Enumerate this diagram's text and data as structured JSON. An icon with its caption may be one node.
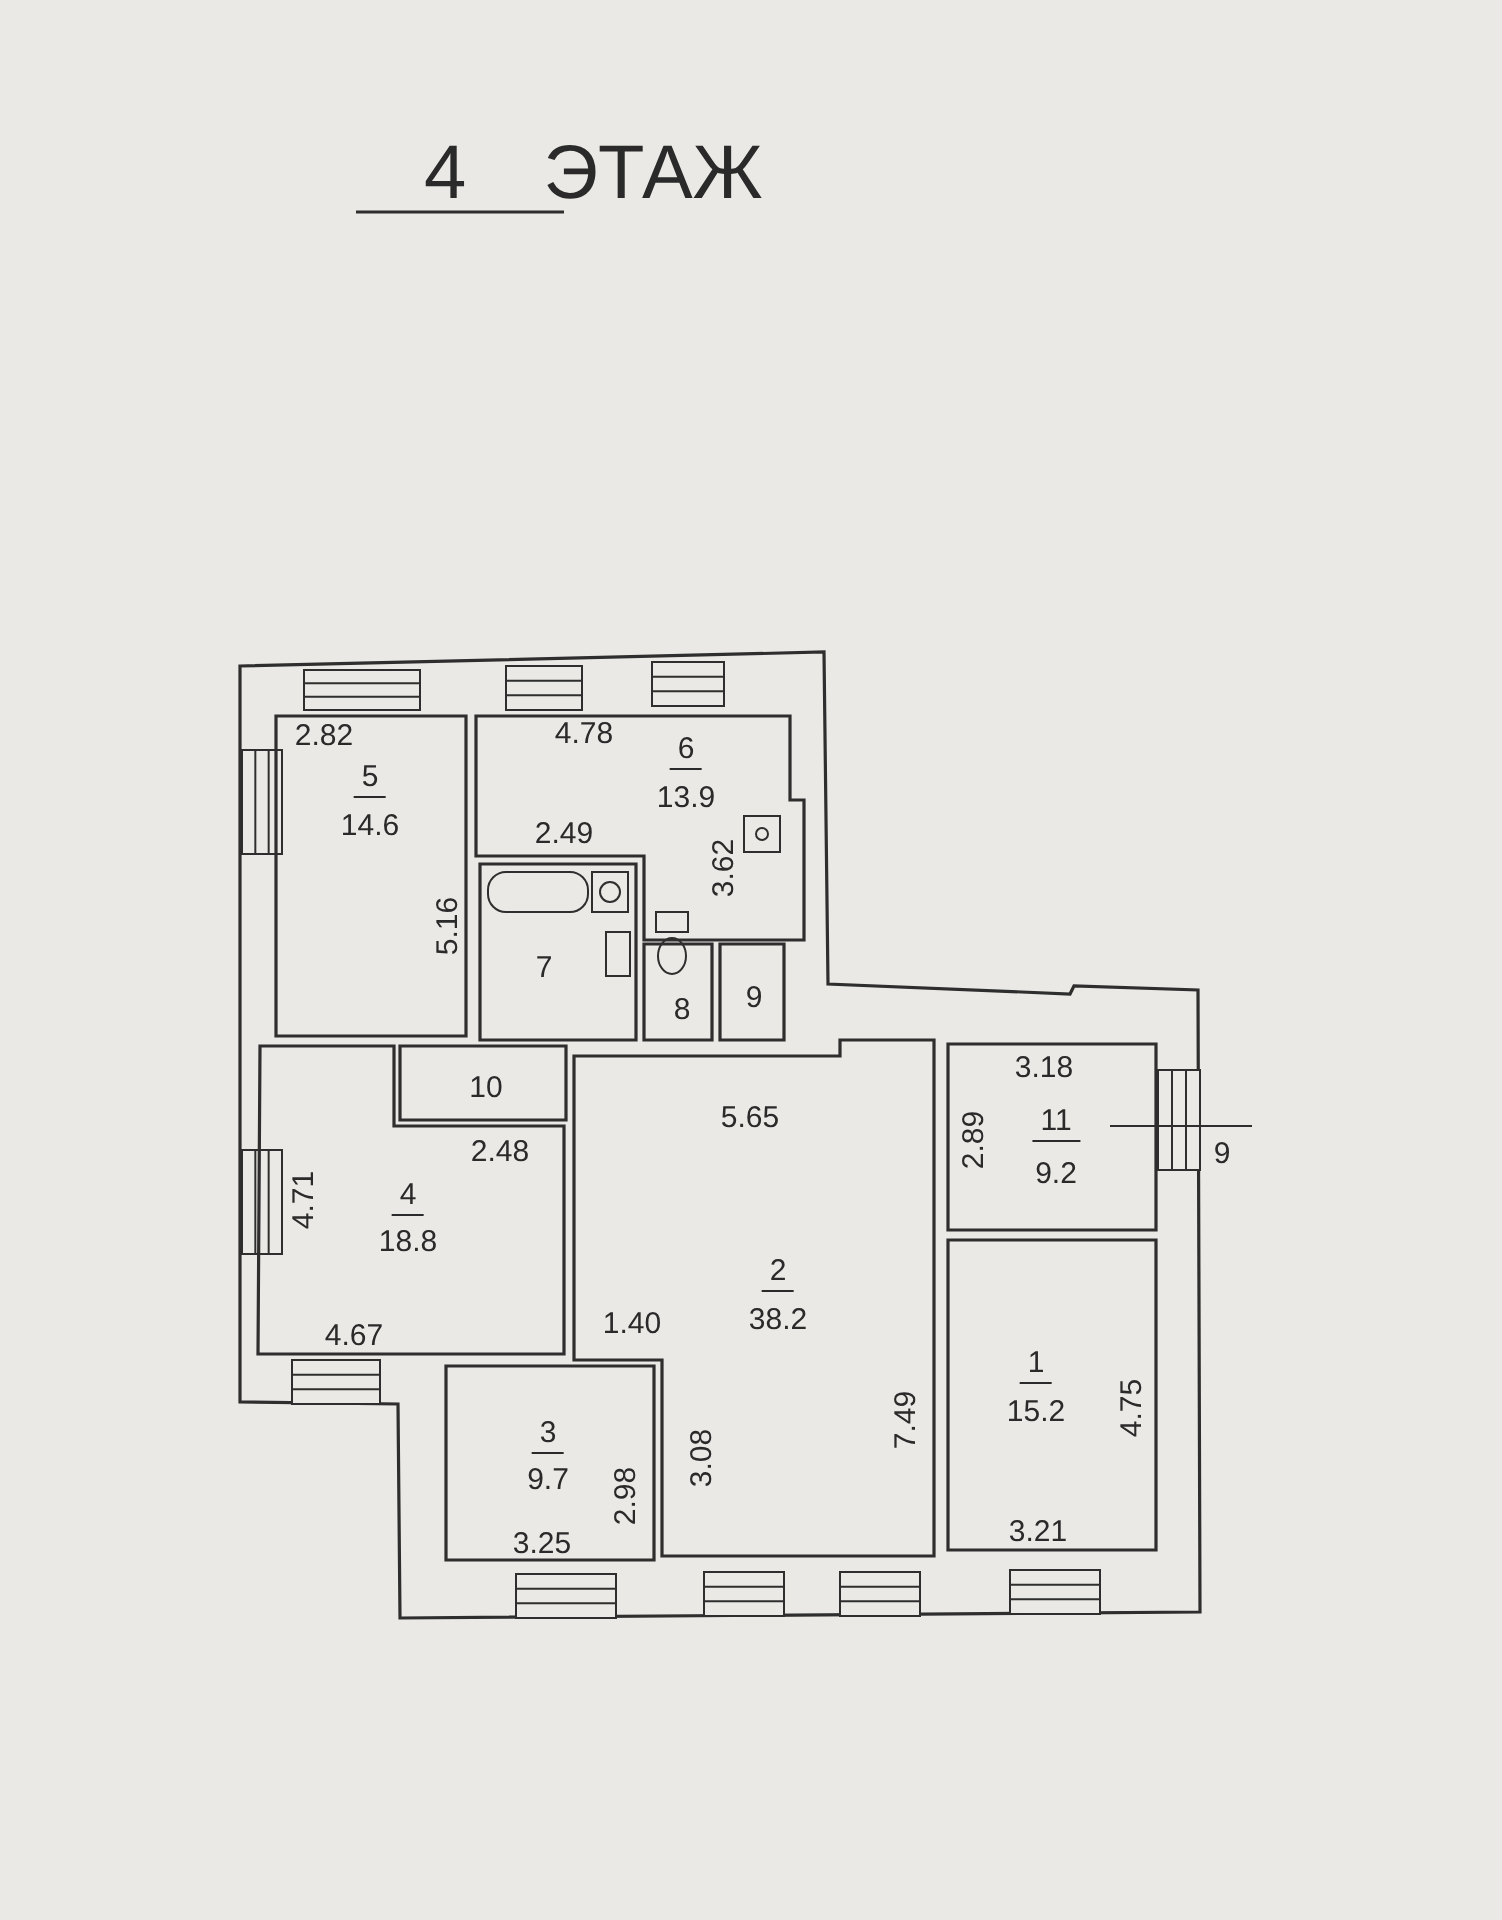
{
  "diagram": {
    "title": "4 ЭТАЖ",
    "nodes": [
      {
        "text": [
          "5",
          "14.6",
          "2.82",
          "5.16"
        ]
      },
      {
        "text": [
          "6",
          "13.9",
          "4.78",
          "2.49",
          "3.62"
        ]
      },
      {
        "text": [
          "7"
        ]
      },
      {
        "text": [
          "8"
        ]
      },
      {
        "text": [
          "9"
        ]
      },
      {
        "text": [
          "10"
        ]
      },
      {
        "text": [
          "11",
          "9.2",
          "3.18",
          "2.89"
        ]
      },
      {
        "text": [
          "4",
          "18.8",
          "2.48",
          "4.71",
          "4.67"
        ]
      },
      {
        "text": [
          "2",
          "38.2",
          "5.65",
          "1.40",
          "3.08",
          "7.49"
        ]
      },
      {
        "text": [
          "1",
          "15.2",
          "4.75",
          "3.21"
        ]
      },
      {
        "text": [
          "3",
          "9.7",
          "2.98",
          "3.25"
        ]
      }
    ],
    "labels": [
      "9"
    ]
  }
}
